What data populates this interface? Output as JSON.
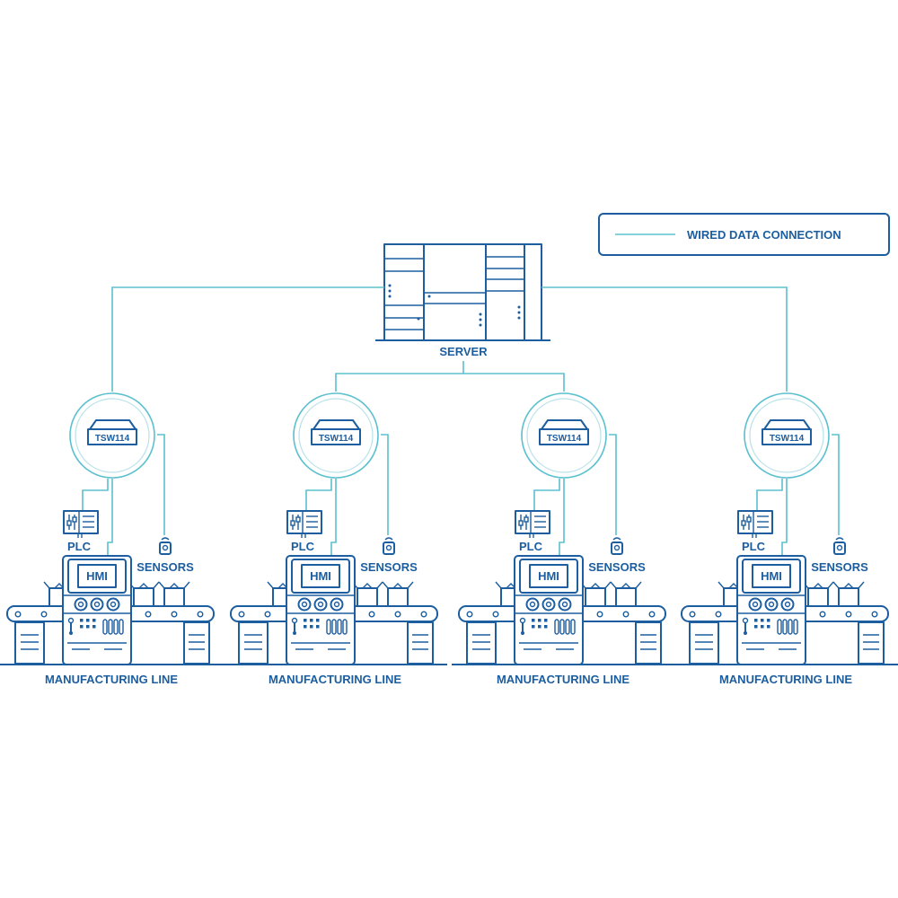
{
  "legend": {
    "wired_data_connection": "WIRED DATA CONNECTION"
  },
  "server": {
    "label": "SERVER"
  },
  "cells": [
    {
      "router_label": "TSW114",
      "plc_label": "PLC",
      "sensors_label": "SENSORS",
      "hmi_label": "HMI",
      "line_label": "MANUFACTURING LINE"
    },
    {
      "router_label": "TSW114",
      "plc_label": "PLC",
      "sensors_label": "SENSORS",
      "hmi_label": "HMI",
      "line_label": "MANUFACTURING LINE"
    },
    {
      "router_label": "TSW114",
      "plc_label": "PLC",
      "sensors_label": "SENSORS",
      "hmi_label": "HMI",
      "line_label": "MANUFACTURING LINE"
    },
    {
      "router_label": "TSW114",
      "plc_label": "PLC",
      "sensors_label": "SENSORS",
      "hmi_label": "HMI",
      "line_label": "MANUFACTURING LINE"
    }
  ],
  "colors": {
    "primary": "#1c5ea0",
    "connection": "#5bc0cf",
    "background": "#ffffff"
  }
}
